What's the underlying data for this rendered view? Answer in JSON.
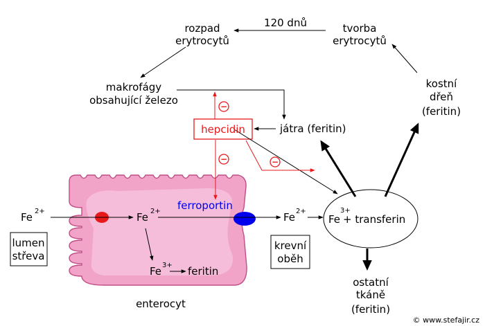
{
  "nodes": {
    "rozpad_line1": "rozpad",
    "rozpad_line2": "erytrocytů",
    "cycle_label": "120 dnů",
    "tvorba_line1": "tvorba",
    "tvorba_line2": "erytrocytů",
    "kostni_line1": "kostní",
    "kostni_line2": "dřeň",
    "kostni_line3": "(feritin)",
    "makrofagy_line1": "makrofágy",
    "makrofagy_line2": "obsahující železo",
    "hepcidin": "hepcidin",
    "jatra": "játra (feritin)",
    "ferroportin": "ferroportin",
    "fe_lumen": "Fe",
    "fe_lumen_sup": "2+",
    "fe_cell": "Fe",
    "fe_cell_sup": "2+",
    "fe_cell3": "Fe",
    "fe_cell3_sup": "3+",
    "feritin_cell": "feritin",
    "fe_blood": "Fe",
    "fe_blood_sup": "2+",
    "transferrin_fe": "Fe",
    "transferrin_fe_sup": "3+",
    "transferrin_plus": "+ transferin",
    "lumen_line1": "lumen",
    "lumen_line2": "střeva",
    "krevni_line1": "krevní",
    "krevni_line2": "oběh",
    "enterocyt": "enterocyt",
    "ostatni_line1": "ostatní",
    "ostatni_line2": "tkáně",
    "ostatni_line3": "(feritin)",
    "inhibit_symbol": "−"
  },
  "footer": "© www.stefajir.cz",
  "colors": {
    "inhibition": "#e8191b",
    "ferroportin": "#0000ee",
    "enterocyte_fill": "#f2a4c8",
    "enterocyte_inner": "#f6c2dc",
    "dmt_channel": "#e8191b"
  }
}
